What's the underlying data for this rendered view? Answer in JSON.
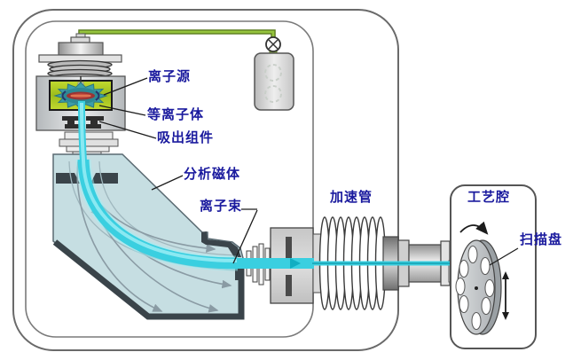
{
  "diagram": {
    "labels": {
      "ion_source": "离子源",
      "plasma": "等离子体",
      "extraction_assembly": "吸出组件",
      "analyzer_magnet": "分析磁体",
      "ion_beam": "离子束",
      "acceleration_tube": "加速管",
      "process_chamber": "工艺腔",
      "scan_disk": "扫描盘"
    },
    "colors": {
      "label_text": "#1A1A9E",
      "beam": "#3ACFE0",
      "beam_highlight": "#9FEFF6",
      "beam_dark": "#0E98A8",
      "wire_green": "#96C43E",
      "wire_edge": "#5A7A1E",
      "source_green": "#A6C224",
      "plasma_teal": "#3C9EA8",
      "plasma_core_red": "#9A3434",
      "magnet_fill": "#C6DEE2",
      "magnet_dark": "#3A444A",
      "metal_gray": "#C9C9C9",
      "outline_gray": "#555555"
    }
  }
}
